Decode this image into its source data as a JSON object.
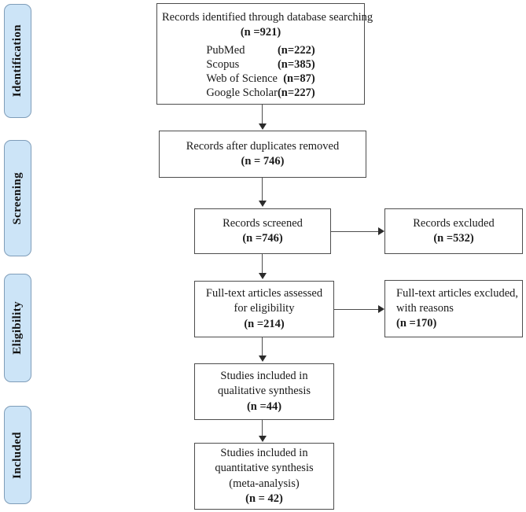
{
  "diagram": {
    "title": "PRISMA flow diagram",
    "type": "prisma-flowchart",
    "accent_color": "#cce4f7",
    "border_color": "#7f9db9",
    "box_border_color": "#4d4d4d"
  },
  "phases": [
    {
      "label": "Identification"
    },
    {
      "label": "Screening"
    },
    {
      "label": "Eligibility"
    },
    {
      "label": "Included"
    }
  ],
  "boxes": {
    "identified": {
      "line1": "Records identified through database searching",
      "line2": "(n =921)",
      "sources": [
        {
          "name": "PubMed",
          "count": "(n=222)"
        },
        {
          "name": "Scopus",
          "count": "(n=385)"
        },
        {
          "name": "Web of Science",
          "count": "(n=87)"
        },
        {
          "name": "Google Scholar",
          "count": "(n=227)"
        }
      ]
    },
    "duplicates_removed": {
      "line1": "Records after duplicates removed",
      "line2": "(n = 746)"
    },
    "screened": {
      "line1": "Records screened",
      "line2": "(n =746)"
    },
    "records_excluded": {
      "line1": "Records excluded",
      "line2": "(n =532)"
    },
    "fulltext_assessed": {
      "line1": "Full-text articles assessed",
      "line2": "for eligibility",
      "line3": "(n =214)"
    },
    "fulltext_excluded": {
      "line1": "Full-text articles excluded,",
      "line2": "with reasons",
      "line3": "(n =170)"
    },
    "qualitative": {
      "line1": "Studies included in",
      "line2": "qualitative synthesis",
      "line3": "(n =44)"
    },
    "quantitative": {
      "line1": "Studies included in",
      "line2": "quantitative synthesis",
      "line3": "(meta-analysis)",
      "line4": "(n = 42)"
    }
  },
  "chart_data": {
    "type": "diagram",
    "title": "PRISMA flow diagram",
    "stages": [
      {
        "phase": "Identification",
        "label": "Records identified through database searching",
        "n": 921,
        "breakdown": [
          {
            "source": "PubMed",
            "n": 222
          },
          {
            "source": "Scopus",
            "n": 385
          },
          {
            "source": "Web of Science",
            "n": 87
          },
          {
            "source": "Google Scholar",
            "n": 227
          }
        ]
      },
      {
        "phase": "Identification",
        "label": "Records after duplicates removed",
        "n": 746
      },
      {
        "phase": "Screening",
        "label": "Records screened",
        "n": 746
      },
      {
        "phase": "Screening",
        "label": "Records excluded",
        "n": 532
      },
      {
        "phase": "Eligibility",
        "label": "Full-text articles assessed for eligibility",
        "n": 214
      },
      {
        "phase": "Eligibility",
        "label": "Full-text articles excluded, with reasons",
        "n": 170
      },
      {
        "phase": "Included",
        "label": "Studies included in qualitative synthesis",
        "n": 44
      },
      {
        "phase": "Included",
        "label": "Studies included in quantitative synthesis (meta-analysis)",
        "n": 42
      }
    ]
  }
}
